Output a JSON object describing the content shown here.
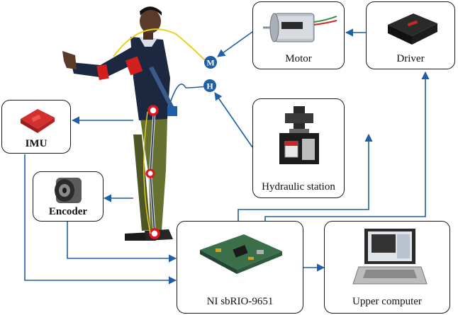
{
  "nodes": {
    "motor": {
      "label": "Motor",
      "icon": "motor-icon"
    },
    "driver": {
      "label": "Driver",
      "icon": "motor-driver-icon"
    },
    "hydraulic": {
      "label": "Hydraulic station",
      "icon": "hydraulic-station-icon"
    },
    "imu": {
      "label": "IMU",
      "icon": "imu-sensor-icon"
    },
    "encoder": {
      "label": "Encoder",
      "icon": "encoder-icon"
    },
    "controller": {
      "label": "NI sbRIO-9651",
      "icon": "circuit-board-icon"
    },
    "computer": {
      "label": "Upper computer",
      "icon": "laptop-icon"
    }
  },
  "markers": {
    "motor_marker": "M",
    "hydraulic_marker": "H"
  },
  "colors": {
    "arrow": "#1f5fa6",
    "marker_fill": "#1f5fa6",
    "cable": "#e8d21c",
    "joint": "#e0141e",
    "box_border": "#1a1a1a"
  }
}
